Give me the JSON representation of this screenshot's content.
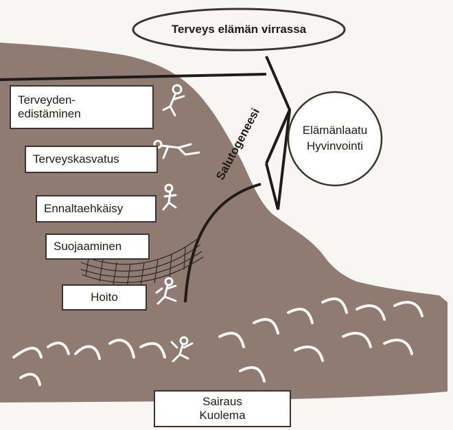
{
  "title": "Terveys elämän virrassa",
  "goal": {
    "line1": "Elämänlaatu",
    "line2": "Hyvinvointi"
  },
  "arrow_label": "Salutogeneesi",
  "levels": [
    {
      "line1": "Terveyden-",
      "line2": "edistäminen"
    },
    {
      "label": "Terveyskasvatus"
    },
    {
      "label": "Ennaltaehkäisy"
    },
    {
      "label": "Suojaaminen"
    },
    {
      "label": "Hoito"
    }
  ],
  "bottom": {
    "line1": "Sairaus",
    "line2": "Kuolema"
  },
  "colors": {
    "river": "#8f7b72",
    "outline": "#3a3431",
    "background": "#f7f6f2",
    "box": "#ffffff"
  },
  "icons": [
    "running-figure-icon",
    "swimming-figure-icon",
    "drowning-figure-icon",
    "safety-net-icon",
    "wave-icon"
  ]
}
